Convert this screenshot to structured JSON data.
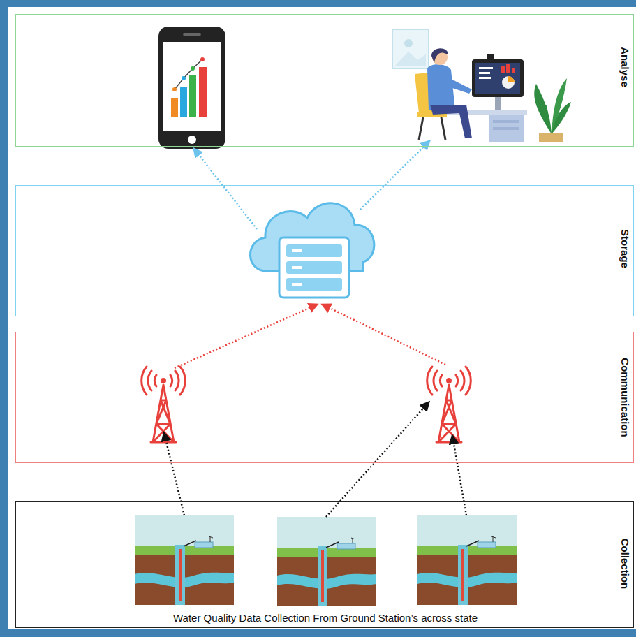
{
  "diagram": {
    "nodes": [
      {
        "text": [
          "Analyse"
        ]
      },
      {
        "text": [
          "Storage"
        ]
      },
      {
        "text": [
          "Communication"
        ]
      },
      {
        "text": [
          "Collection",
          "Water Quality Data Collection From Ground Station’s across state"
        ]
      }
    ]
  }
}
